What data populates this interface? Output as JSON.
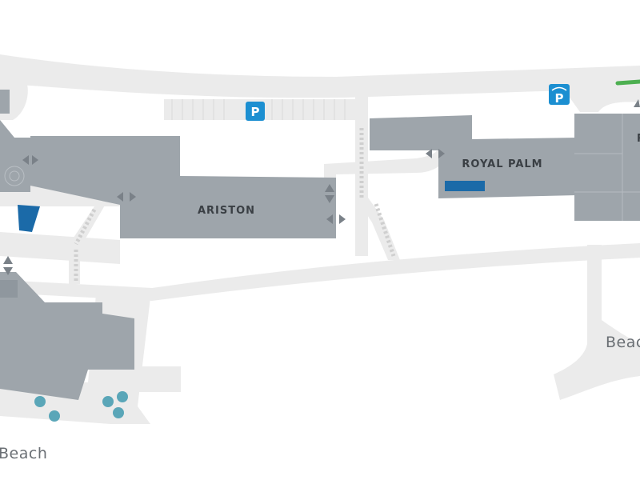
{
  "map": {
    "buildings": [
      {
        "id": "ariston",
        "label": "ARISTON"
      },
      {
        "id": "royal-palm",
        "label": "ROYAL PALM"
      },
      {
        "id": "right-edge",
        "label": "R"
      }
    ],
    "beaches": [
      {
        "id": "beach-left",
        "label": "Beach"
      },
      {
        "id": "beach-right",
        "label": "Beac"
      }
    ],
    "parking": [
      {
        "id": "parking-1",
        "label": "P"
      },
      {
        "id": "parking-2",
        "label": "P"
      }
    ]
  },
  "colors": {
    "path": "#ebebeb",
    "building": "#9ea5ab",
    "building_dark": "#8f979e",
    "parking_blue": "#1c8fd1",
    "pool_blue": "#1b6aa8",
    "accent_green": "#4caf50",
    "tree_teal": "#5aa6b8",
    "arrow": "#7a8188"
  }
}
